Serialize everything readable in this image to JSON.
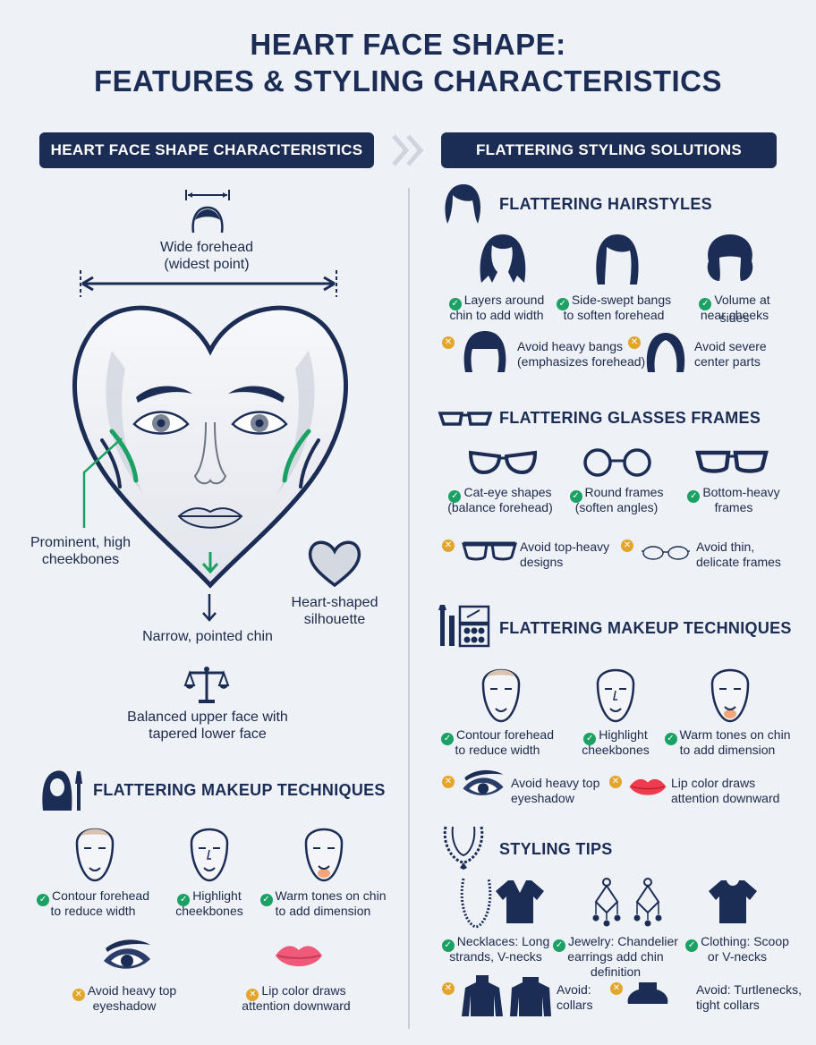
{
  "title": {
    "line1": "HEART FACE SHAPE:",
    "line2": "FEATURES & STYLING CHARACTERISTICS"
  },
  "left": {
    "header": "HEART FACE SHAPE CHARACTERISTICS",
    "forehead_label": {
      "l1": "Wide forehead",
      "l2": "(widest point)"
    },
    "cheek_label": {
      "l1": "Prominent, high",
      "l2": "cheekbones"
    },
    "silhouette_label": {
      "l1": "Heart-shaped",
      "l2": "silhouette"
    },
    "chin_label": "Narrow, pointed chin",
    "balanced_label": {
      "l1": "Balanced upper face with",
      "l2": "tapered lower face"
    },
    "makeup": {
      "title": "FLATTERING MAKEUP TECHNIQUES",
      "items": [
        {
          "l1": "Contour forehead",
          "l2": "to reduce width"
        },
        {
          "l1": "Highlight",
          "l2": "cheekbones"
        },
        {
          "l1": "Warm tones on chin",
          "l2": "to add dimension"
        }
      ],
      "avoid": [
        {
          "l1": "Avoid heavy top",
          "l2": "eyeshadow"
        },
        {
          "l1": "Lip color draws",
          "l2": "attention downward"
        }
      ]
    }
  },
  "right": {
    "header": "FLATTERING STYLING SOLUTIONS",
    "hair": {
      "title": "FLATTERING HAIRSTYLES",
      "items": [
        {
          "l1": "Layers around",
          "l2": "chin to add width"
        },
        {
          "l1": "Side-swept bangs",
          "l2": "to soften forehead"
        },
        {
          "l1": "Volume at sides",
          "l2": "near cheeks"
        }
      ],
      "avoid": [
        {
          "l1": "Avoid heavy bangs",
          "l2": "(emphasizes forehead)"
        },
        {
          "l1": "Avoid severe",
          "l2": "center parts"
        }
      ]
    },
    "glasses": {
      "title": "FLATTERING GLASSES FRAMES",
      "items": [
        {
          "l1": "Cat-eye shapes",
          "l2": "(balance forehead)"
        },
        {
          "l1": "Round frames",
          "l2": "(soften angles)"
        },
        {
          "l1": "Bottom-heavy",
          "l2": "frames"
        }
      ],
      "avoid": [
        {
          "l1": "Avoid top-heavy",
          "l2": "designs"
        },
        {
          "l1": "Avoid thin,",
          "l2": "delicate frames"
        }
      ]
    },
    "makeup": {
      "title": "FLATTERING MAKEUP TECHNIQUES",
      "items": [
        {
          "l1": "Contour forehead",
          "l2": "to reduce width"
        },
        {
          "l1": "Highlight",
          "l2": "cheekbones"
        },
        {
          "l1": "Warm tones on chin",
          "l2": "to add dimension"
        }
      ],
      "avoid": [
        {
          "l1": "Avoid heavy top",
          "l2": "eyeshadow"
        },
        {
          "l1": "Lip color draws",
          "l2": "attention downward"
        }
      ]
    },
    "tips": {
      "title": "STYLING TIPS",
      "items": [
        {
          "l1": "Necklaces: Long",
          "l2": "strands, V-necks"
        },
        {
          "l1": "Jewelry: Chandelier",
          "l2": "earrings add chin",
          "l3": "definition"
        },
        {
          "l1": "Clothing: Scoop",
          "l2": "or V-necks"
        }
      ],
      "avoid": [
        {
          "l1": "Avoid:",
          "l2": "collars"
        },
        {
          "l1": "Avoid: Turtlenecks,",
          "l2": "tight collars"
        }
      ]
    }
  },
  "colors": {
    "navy": "#1c2d55",
    "green": "#1aa163",
    "amber": "#e3a52b",
    "lip": "#ef5a7a",
    "warm": "#f0a67a"
  }
}
